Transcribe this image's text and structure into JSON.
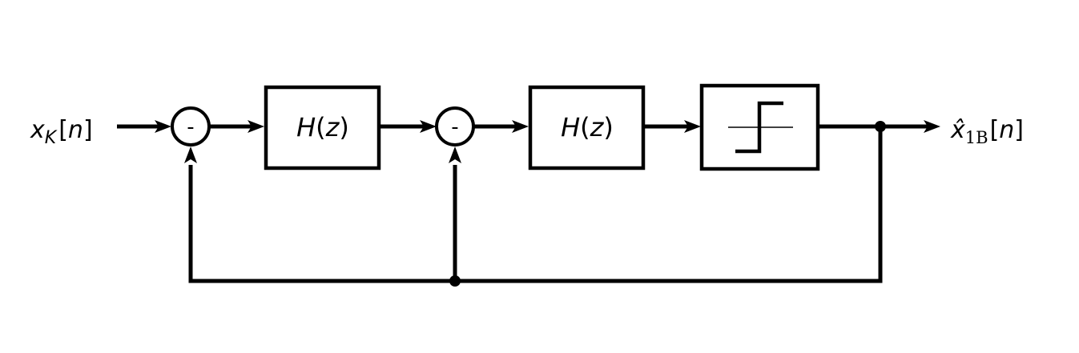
{
  "diagram": {
    "input": {
      "var": "x",
      "sub": "K",
      "lb": "[",
      "idx": "n",
      "rb": "]"
    },
    "sum1": {
      "sign": "-"
    },
    "block1": {
      "name": "H",
      "lp": "(",
      "arg": "z",
      "rp": ")"
    },
    "sum2": {
      "sign": "-"
    },
    "block2": {
      "name": "H",
      "lp": "(",
      "arg": "z",
      "rp": ")"
    },
    "quantizer": {
      "icon": "step-quantizer-icon"
    },
    "output": {
      "var": "x̂",
      "sub": "1B",
      "lb": "[",
      "idx": "n",
      "rb": "]"
    }
  }
}
